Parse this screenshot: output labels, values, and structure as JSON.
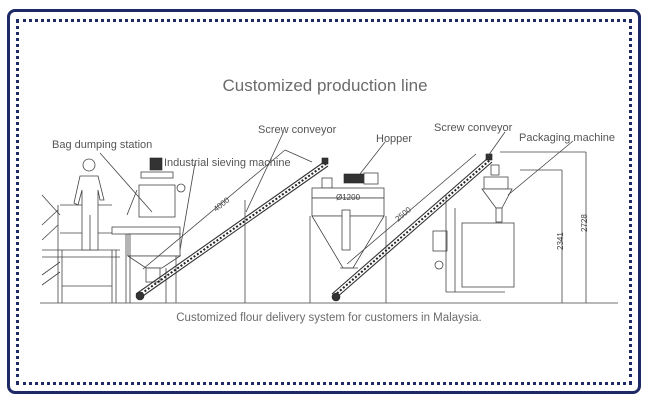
{
  "title": "Customized production line",
  "caption": "Customized flour delivery system for customers in Malaysia.",
  "labels": {
    "bag_dumping_station": "Bag dumping station",
    "industrial_sieving_machine": "Industrial sieving machine",
    "screw_conveyor_1": "Screw conveyor",
    "hopper": "Hopper",
    "screw_conveyor_2": "Screw conveyor",
    "packaging_machine": "Packaging machine"
  },
  "dimensions": {
    "conveyor_1_length": "4000",
    "hopper_diameter": "Ø1200",
    "conveyor_2_length": "2500",
    "packaging_height_1": "2341",
    "packaging_height_2": "2728"
  },
  "colors": {
    "frame": "#1e2a66",
    "text": "#6b6b6b",
    "line": "#444444"
  }
}
